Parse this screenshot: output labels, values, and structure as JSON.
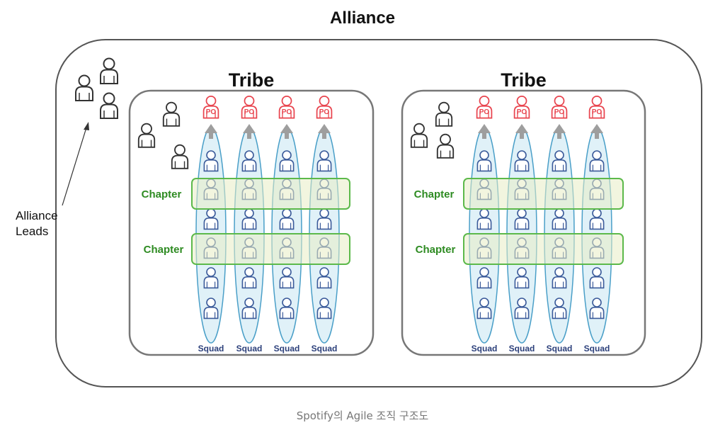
{
  "title": "Alliance",
  "alliance_leads_label": [
    "Alliance",
    "Leads"
  ],
  "caption": "Spotify의 Agile 조직 구조도",
  "tribes": [
    {
      "title": "Tribe",
      "chapters": [
        "Chapter",
        "Chapter"
      ],
      "squads": [
        "Squad",
        "Squad",
        "Squad",
        "Squad"
      ],
      "product_owners": [
        "PO",
        "PO",
        "PO",
        "PO"
      ]
    },
    {
      "title": "Tribe",
      "chapters": [
        "Chapter",
        "Chapter"
      ],
      "squads": [
        "Squad",
        "Squad",
        "Squad",
        "Squad"
      ],
      "product_owners": [
        "PO",
        "PO",
        "PO",
        "PO"
      ]
    }
  ],
  "colors": {
    "squad_fill": "#d6ecf5",
    "squad_stroke": "#4a9fc8",
    "chapter_fill": "#e8edc4",
    "chapter_stroke": "#5cb94a",
    "po_color": "#e8444e",
    "member_color": "#3a5a9a",
    "person_color": "#333333",
    "arrow_color": "#9e9e9e"
  }
}
